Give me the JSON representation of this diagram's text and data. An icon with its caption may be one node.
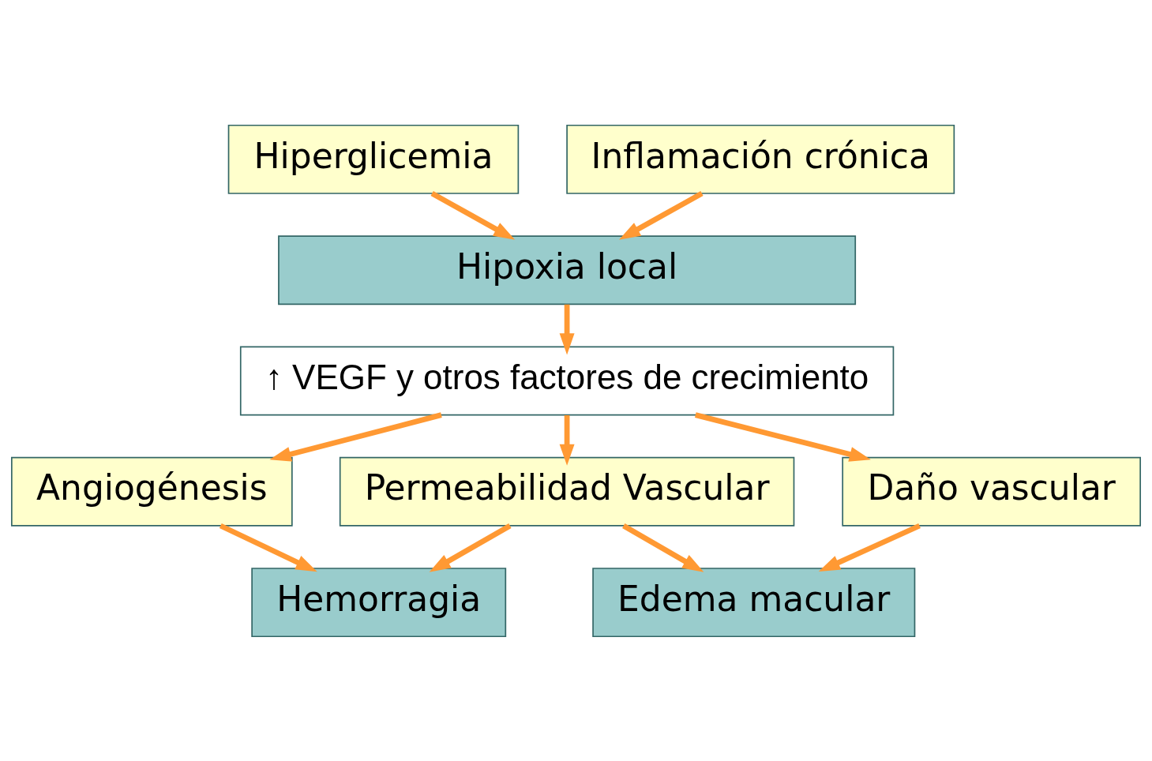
{
  "diagram": {
    "nodes": [
      {
        "text": [
          "Hiperglicemia"
        ]
      },
      {
        "text": [
          "Inflamación crónica"
        ]
      },
      {
        "text": [
          "Hipoxia local"
        ]
      },
      {
        "text": [
          "↑ VEGF y otros factores de crecimiento"
        ]
      },
      {
        "text": [
          "Angiogénesis"
        ]
      },
      {
        "text": [
          "Permeabilidad Vascular"
        ]
      },
      {
        "text": [
          "Daño vascular"
        ]
      },
      {
        "text": [
          "Hemorragia"
        ]
      },
      {
        "text": [
          "Edema macular"
        ]
      }
    ],
    "edges": [
      {
        "from": 0,
        "to": 2,
        "arrow": "to"
      },
      {
        "from": 1,
        "to": 2,
        "arrow": "to"
      },
      {
        "from": 2,
        "to": 3,
        "arrow": "to"
      },
      {
        "from": 3,
        "to": 4,
        "arrow": "to"
      },
      {
        "from": 3,
        "to": 5,
        "arrow": "to"
      },
      {
        "from": 3,
        "to": 6,
        "arrow": "to"
      },
      {
        "from": 4,
        "to": 7,
        "arrow": "to"
      },
      {
        "from": 5,
        "to": 7,
        "arrow": "to"
      },
      {
        "from": 5,
        "to": 8,
        "arrow": "to"
      },
      {
        "from": 6,
        "to": 8,
        "arrow": "to"
      }
    ]
  }
}
